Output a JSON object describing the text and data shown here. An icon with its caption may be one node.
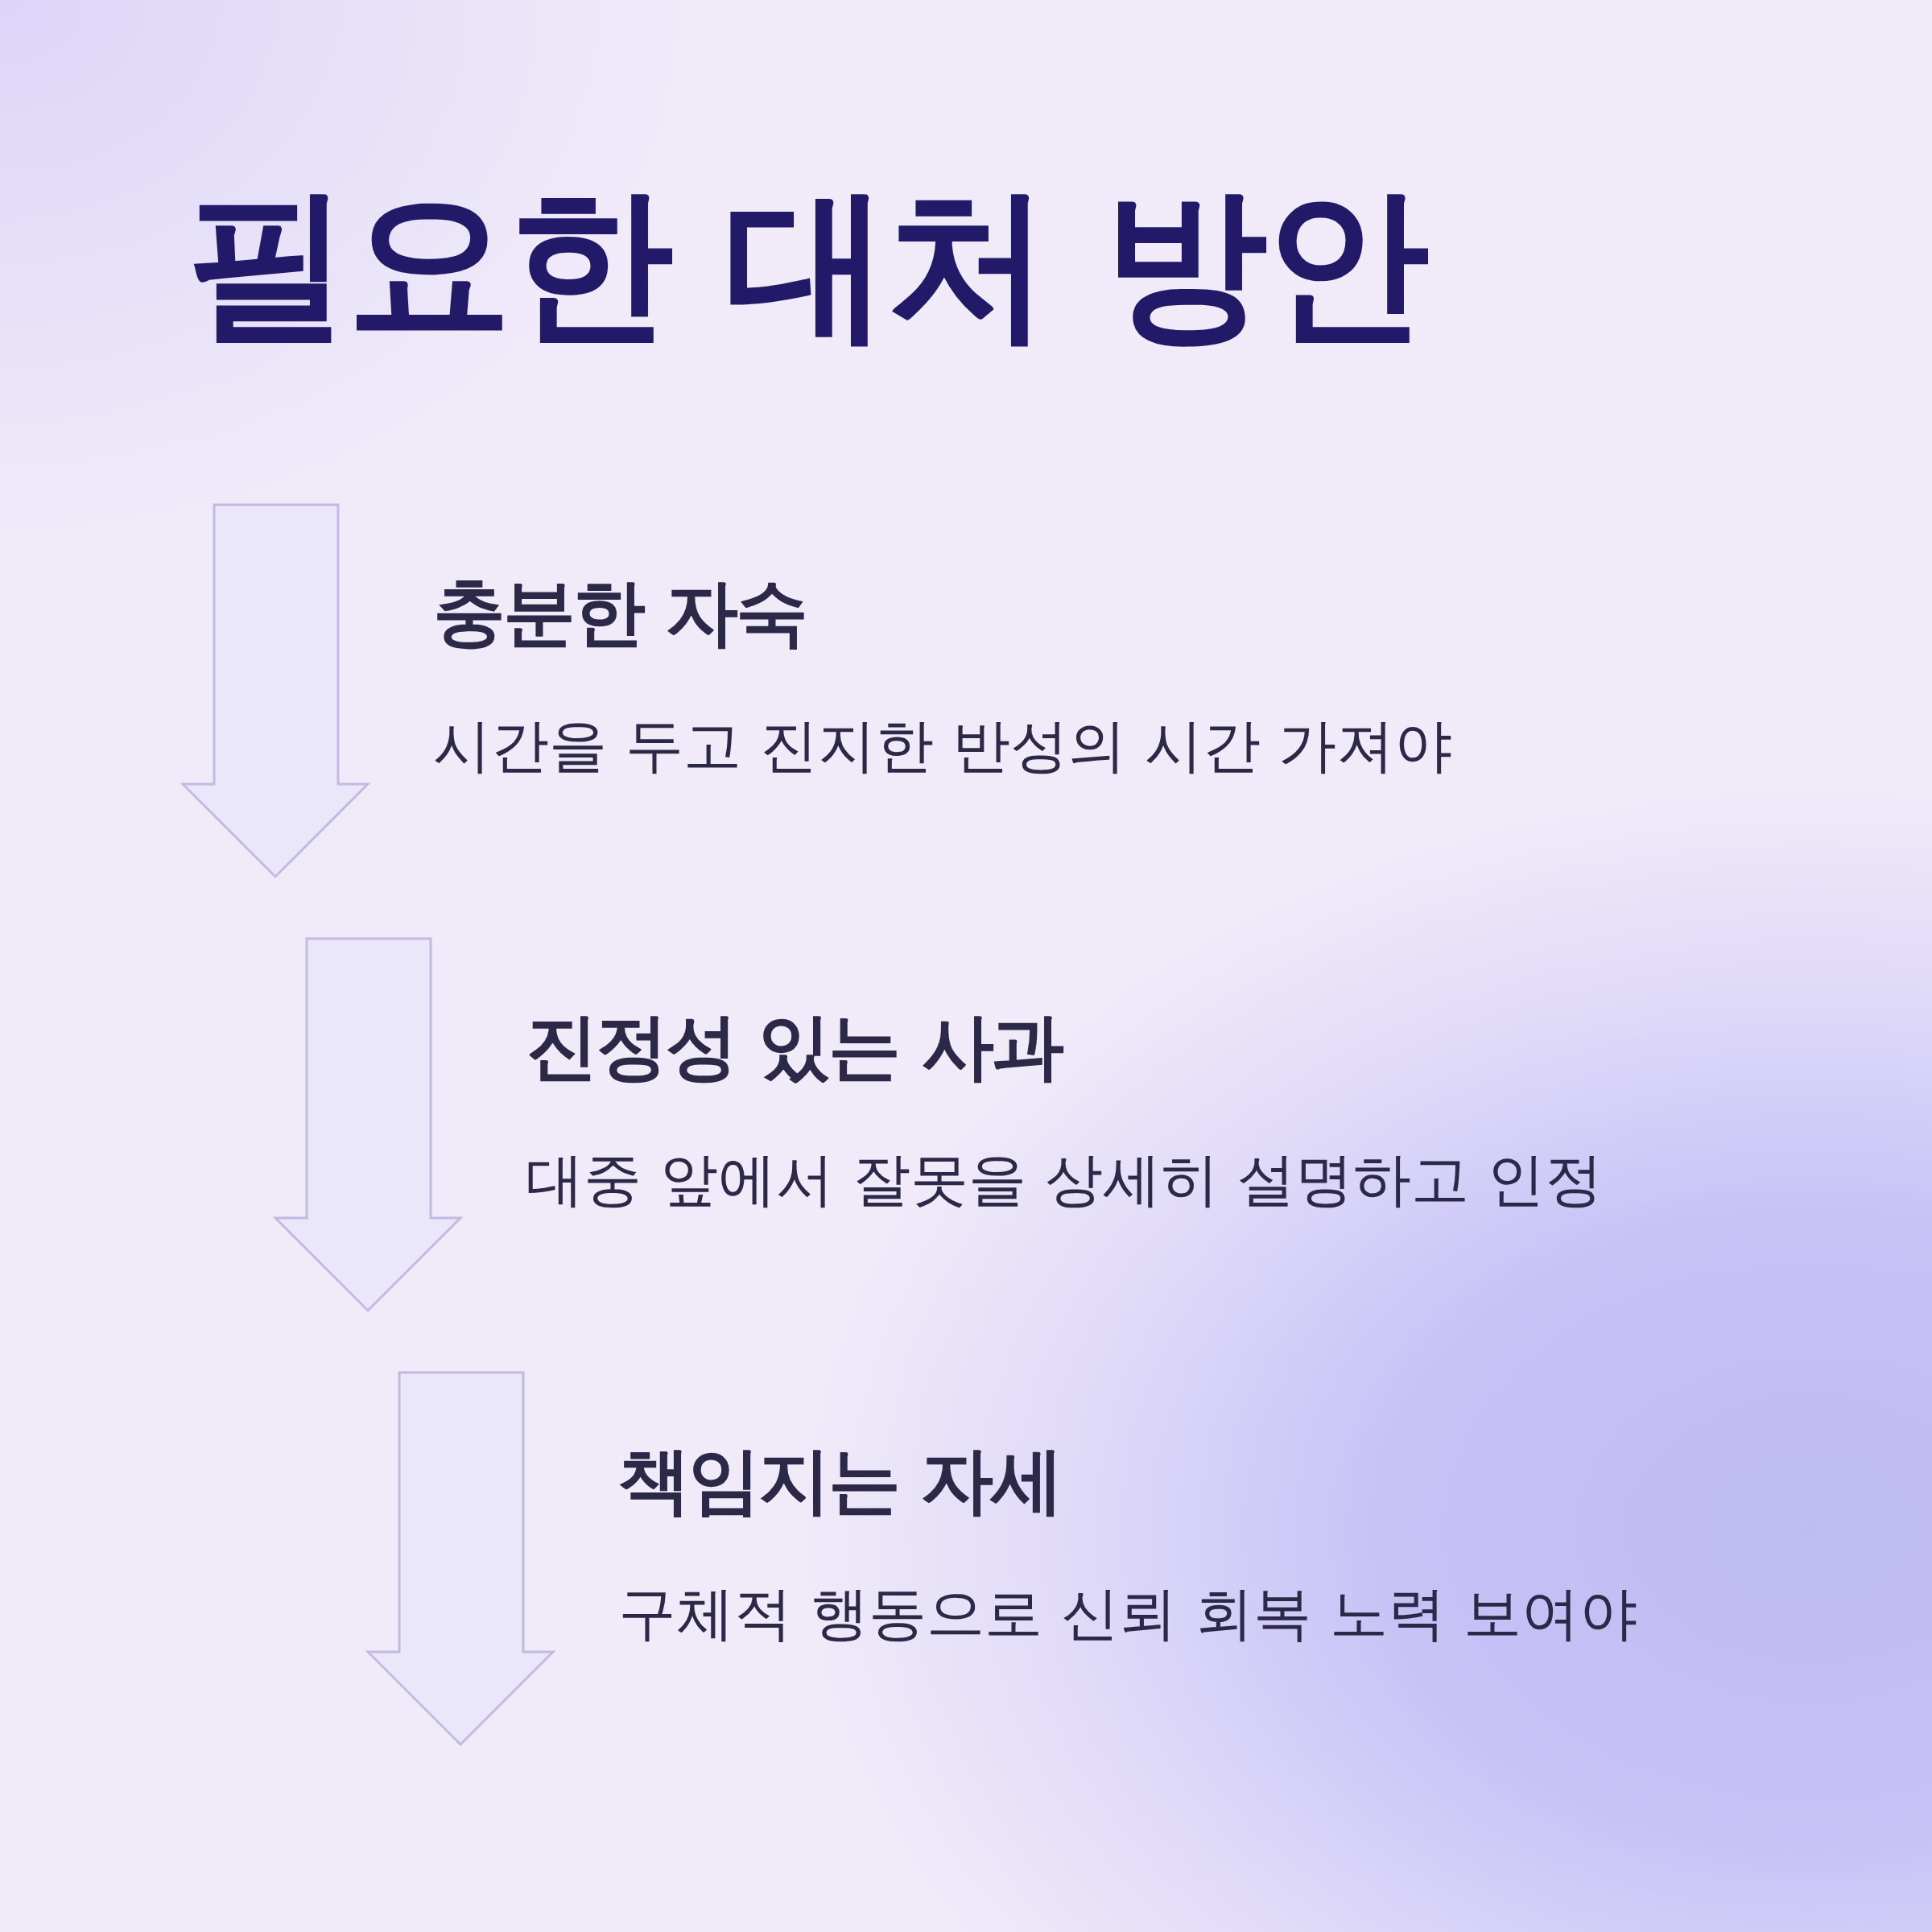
{
  "diagram": {
    "title": "필요한 대처 방안",
    "labels": [
      "충분한 자숙",
      "시간을 두고 진지한 반성의 시간 가져야",
      "진정성 있는 사과",
      "대중 앞에서 잘못을 상세히 설명하고 인정",
      "책임지는 자세",
      "구체적 행동으로 신뢰 회복 노력 보여야"
    ]
  }
}
